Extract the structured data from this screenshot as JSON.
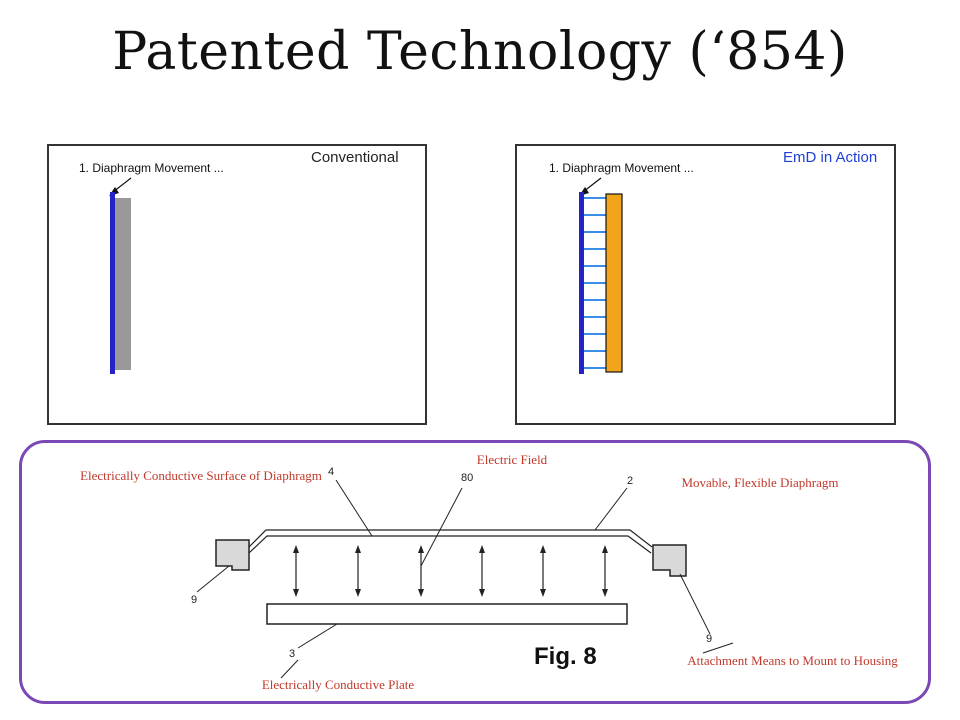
{
  "slide": {
    "title": "Patented Technology (‘854)"
  },
  "panels": {
    "conventional": {
      "caption": "1. Diaphragm Movement ...",
      "tag": "Conventional"
    },
    "emd": {
      "caption": "1. Diaphragm Movement ...",
      "tag": "EmD in Action"
    }
  },
  "figure": {
    "labels": {
      "conductive_surface": "Electrically Conductive Surface of Diaphragm",
      "electric_field": "Electric Field",
      "diaphragm": "Movable, Flexible Diaphragm",
      "plate": "Electrically Conductive Plate",
      "attachment": "Attachment Means to Mount to Housing"
    },
    "numbers": {
      "n4": "4",
      "n80": "80",
      "n2": "2",
      "n9_left": "9",
      "n9_right": "9",
      "n3": "3"
    },
    "fig_label": "Fig. 8"
  },
  "colors": {
    "label_red": "#c0392b",
    "frame_purple": "#7a49b6",
    "diaphragm_blue": "#2323c8",
    "field_blue": "#3a8ee8",
    "plate_orange": "#f2a51c",
    "plate_gray": "#9a9a9a",
    "emd_tag_blue": "#1f3fd6"
  }
}
